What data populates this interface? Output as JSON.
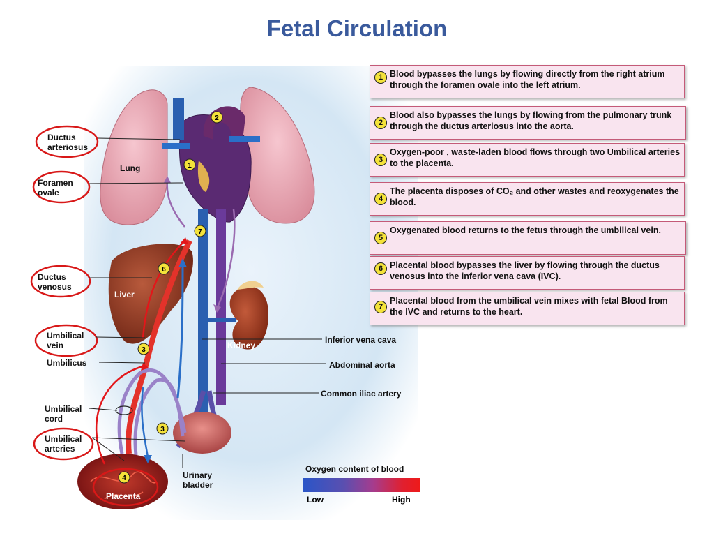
{
  "title": "Fetal Circulation",
  "info_boxes": [
    {
      "num": "1",
      "text": "Blood bypasses the lungs by flowing directly from the right atrium through the foramen ovale into the left atrium."
    },
    {
      "num": "2",
      "text": "Blood also bypasses the lungs by flowing from the pulmonary trunk through the ductus arteriosus into the aorta."
    },
    {
      "num": "3",
      "text": "Oxygen-poor , waste-laden blood flows through two Umbilical arteries to the placenta."
    },
    {
      "num": "4",
      "text": "The placenta disposes of CO₂  and other wastes and reoxygenates the blood."
    },
    {
      "num": "5",
      "text": "Oxygenated blood returns to the fetus through the umbilical vein."
    },
    {
      "num": "6",
      "text": "Placental blood bypasses the liver by flowing through the ductus venosus into the inferior vena cava (IVC)."
    },
    {
      "num": "7",
      "text": "Placental blood from the umbilical vein mixes with fetal Blood from the IVC and returns to the heart."
    }
  ],
  "labels": {
    "ductus_arteriosus": "Ductus\narteriosus",
    "foramen_ovale": "Foramen\novale",
    "ductus_venosus": "Ductus\nvenosus",
    "umbilical_vein": "Umbilical\nvein",
    "umbilicus": "Umbilicus",
    "umbilical_cord": "Umbilical\ncord",
    "umbilical_arteries": "Umbilical\narteries",
    "lung": "Lung",
    "liver": "Liver",
    "kidney": "Kidney",
    "placenta": "Placenta",
    "urinary_bladder": "Urinary\nbladder",
    "inferior_vena_cava": "Inferior vena cava",
    "abdominal_aorta": "Abdominal aorta",
    "common_iliac_artery": "Common iliac artery"
  },
  "diagram_markers": {
    "m1": "1",
    "m2": "2",
    "m3a": "3",
    "m3b": "3",
    "m4": "4",
    "m6": "6",
    "m7": "7"
  },
  "legend": {
    "title": "Oxygen content of blood",
    "low": "Low",
    "high": "High",
    "low_color": "#2a56c8",
    "high_color": "#ee1a1a"
  }
}
